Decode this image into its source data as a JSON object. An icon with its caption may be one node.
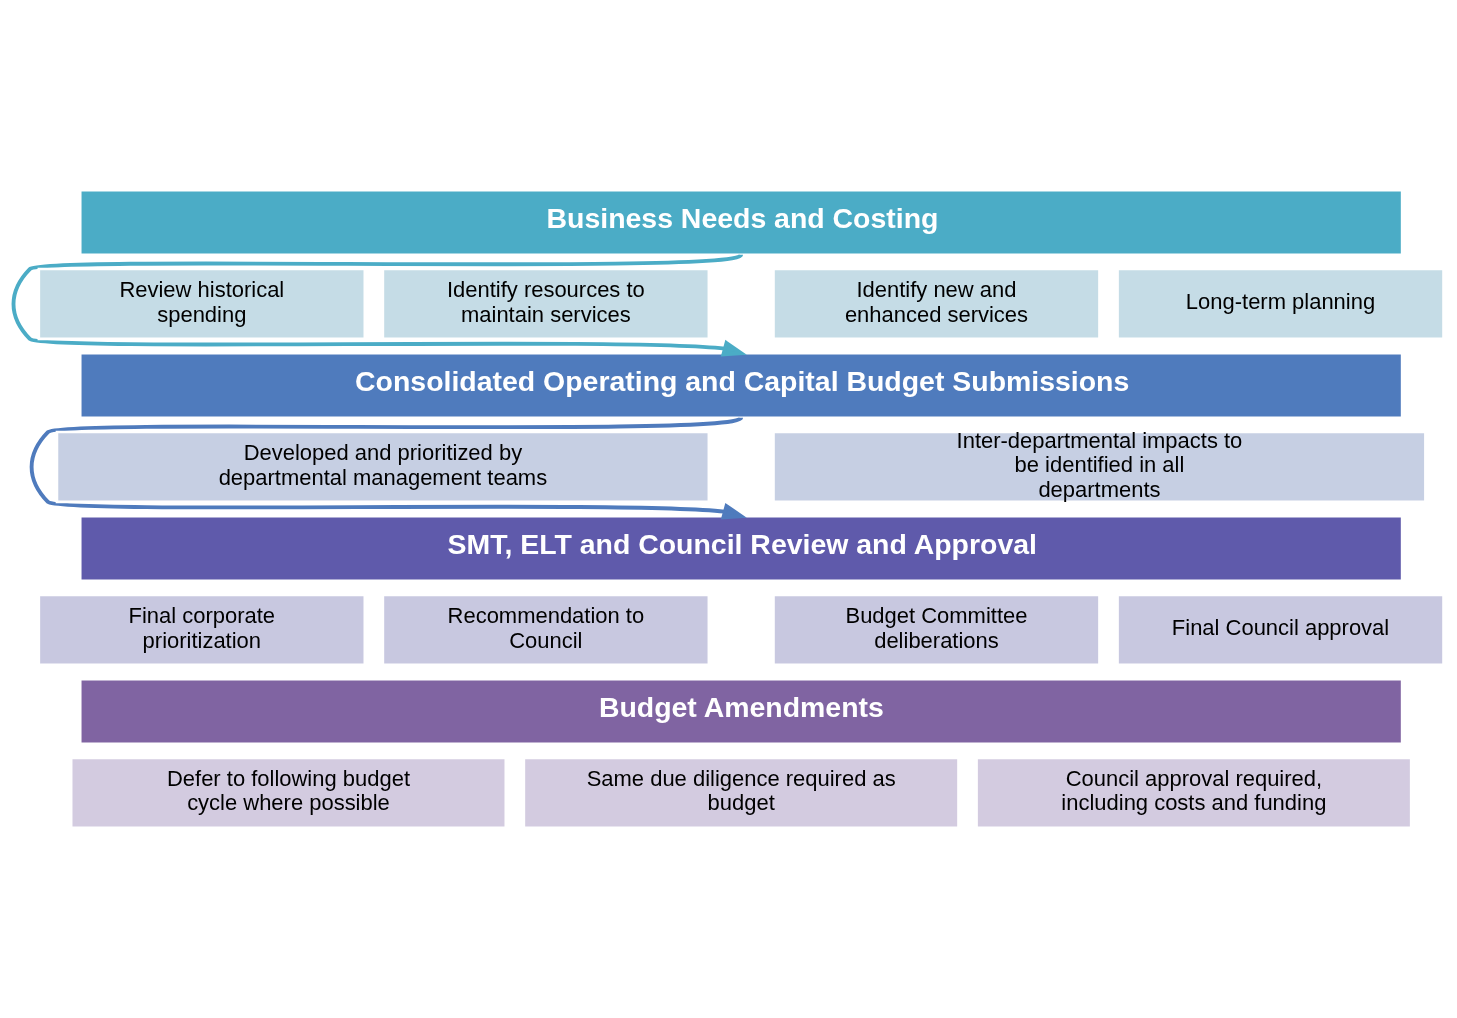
{
  "diagram": {
    "nodes": [
      {
        "text": [
          "Business Needs and Costing"
        ]
      },
      {
        "text": [
          "Review historical spending"
        ]
      },
      {
        "text": [
          "Identify resources to maintain services"
        ]
      },
      {
        "text": [
          "Identify new and enhanced services"
        ]
      },
      {
        "text": [
          "Long-term planning"
        ]
      },
      {
        "text": [
          "Consolidated Operating and Capital Budget Submissions"
        ]
      },
      {
        "text": [
          "Developed and prioritized by departmental management teams"
        ]
      },
      {
        "text": [
          "Inter-departmental impacts to be identified in all departments"
        ]
      },
      {
        "text": [
          "SMT, ELT and Council Review and Approval"
        ]
      },
      {
        "text": [
          "Final corporate prioritization"
        ]
      },
      {
        "text": [
          "Recommendation to Council"
        ]
      },
      {
        "text": [
          "Budget Committee deliberations"
        ]
      },
      {
        "text": [
          "Final Council approval"
        ]
      },
      {
        "text": [
          "Budget Amendments"
        ]
      },
      {
        "text": [
          "Defer to following budget cycle where possible"
        ]
      },
      {
        "text": [
          "Same due diligence required as budget"
        ]
      },
      {
        "text": [
          "Council approval required, including costs and funding"
        ]
      }
    ],
    "edges": [
      {
        "from": 0,
        "to": 5,
        "arrow": "to",
        "color": "#4bacc6"
      },
      {
        "from": 5,
        "to": 8,
        "arrow": "to",
        "color": "#4f7bbd"
      }
    ]
  }
}
